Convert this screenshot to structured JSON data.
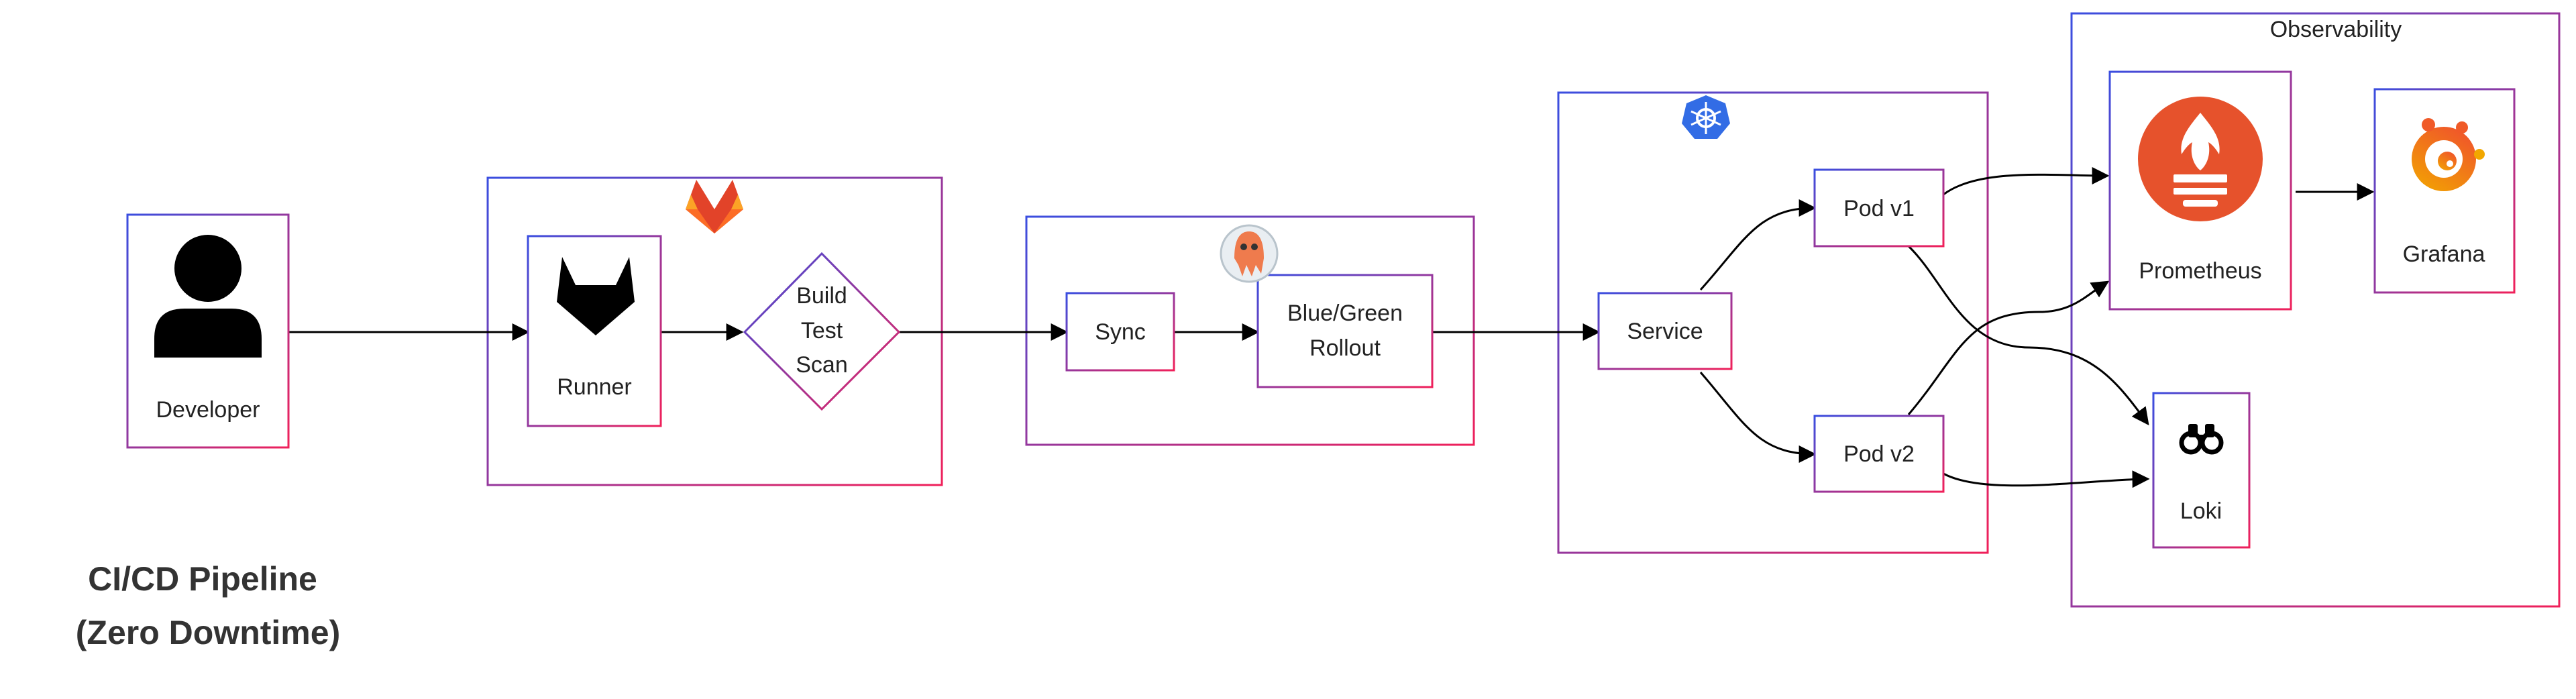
{
  "nodes": {
    "developer": "Developer",
    "runner": "Runner",
    "build_test_scan": [
      "Build",
      "Test",
      "Scan"
    ],
    "sync": "Sync",
    "blue_green_rollout": [
      "Blue/Green",
      "Rollout"
    ],
    "service": "Service",
    "pod_v1": "Pod v1",
    "pod_v2": "Pod v2",
    "prometheus": "Prometheus",
    "grafana": "Grafana",
    "loki": "Loki"
  },
  "groups": {
    "observability": "Observability"
  },
  "title": [
    "CI/CD Pipeline",
    "(Zero Downtime)"
  ],
  "icons": {
    "developer": "user-icon",
    "runner": "gitlab-icon",
    "gitlab": "gitlab-logo-icon",
    "argo": "argo-octopus-icon",
    "kubernetes": "kubernetes-icon",
    "prometheus": "prometheus-icon",
    "grafana": "grafana-icon",
    "loki": "binoculars-icon"
  },
  "colors": {
    "border_start": "#3a4ee0",
    "border_end": "#f0205a",
    "gitlab_orange": "#fc6d26",
    "kubernetes_blue": "#326ce5",
    "prometheus_orange": "#e6522c",
    "grafana_orange": "#f46800"
  }
}
